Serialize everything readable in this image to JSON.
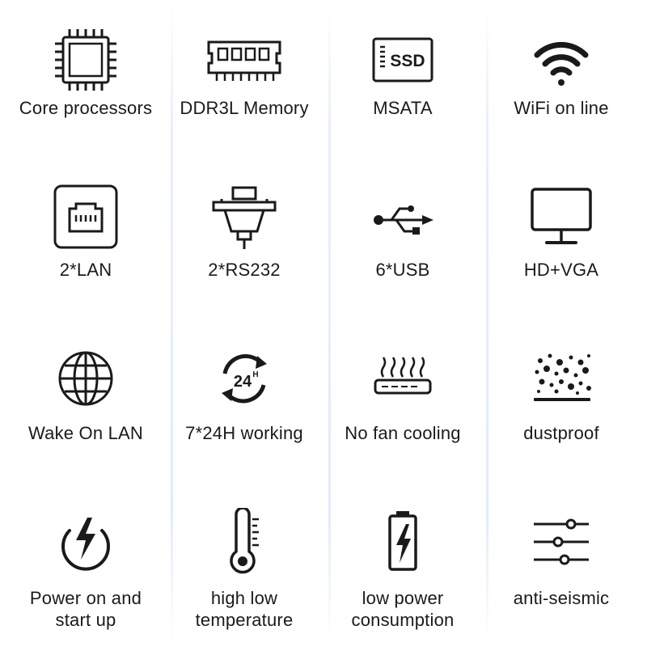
{
  "features": [
    {
      "label": "Core processors",
      "icon": "cpu-chip-icon"
    },
    {
      "label": "DDR3L Memory",
      "icon": "ram-module-icon"
    },
    {
      "label": "MSATA",
      "icon": "ssd-icon",
      "icon_text": "SSD"
    },
    {
      "label": "WiFi on line",
      "icon": "wifi-icon"
    },
    {
      "label": "2*LAN",
      "icon": "ethernet-port-icon"
    },
    {
      "label": "2*RS232",
      "icon": "serial-port-icon"
    },
    {
      "label": "6*USB",
      "icon": "usb-icon"
    },
    {
      "label": "HD+VGA",
      "icon": "monitor-icon"
    },
    {
      "label": "Wake On LAN",
      "icon": "globe-icon"
    },
    {
      "label": "7*24H working",
      "icon": "24h-cycle-icon",
      "icon_text": "24",
      "icon_sup": "H"
    },
    {
      "label": "No fan cooling",
      "icon": "heatsink-icon"
    },
    {
      "label": "dustproof",
      "icon": "dust-particles-icon"
    },
    {
      "label": "Power on and\nstart up",
      "icon": "power-flash-icon"
    },
    {
      "label": "high low\ntemperature",
      "icon": "thermometer-icon"
    },
    {
      "label": "low power\nconsumption",
      "icon": "battery-charge-icon"
    },
    {
      "label": "anti-seismic",
      "icon": "sliders-icon"
    }
  ],
  "colors": {
    "icon": "#1a1a1a",
    "divider": "#e3ecf6",
    "background": "#ffffff"
  }
}
